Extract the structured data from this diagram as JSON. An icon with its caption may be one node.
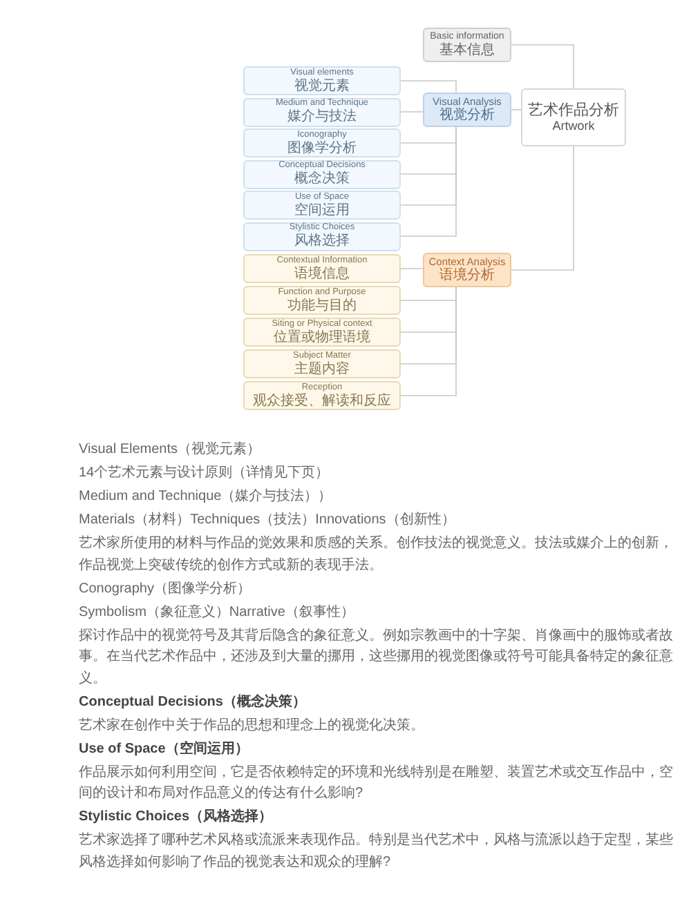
{
  "diagram": {
    "nodes": [
      {
        "text": [
          "艺术作品分析",
          "Artwork"
        ]
      },
      {
        "text": [
          "Basic information",
          "基本信息"
        ]
      },
      {
        "text": [
          "Visual Analysis",
          "视觉分析"
        ]
      },
      {
        "text": [
          "Visual elements",
          "视觉元素"
        ]
      },
      {
        "text": [
          "Medium and Technique",
          "媒介与技法"
        ]
      },
      {
        "text": [
          "Iconography",
          "图像学分析"
        ]
      },
      {
        "text": [
          "Conceptual Decisions",
          "概念决策"
        ]
      },
      {
        "text": [
          "Use of Space",
          "空间运用"
        ]
      },
      {
        "text": [
          "Stylistic Choices",
          "风格选择"
        ]
      },
      {
        "text": [
          "Context Analysis",
          "语境分析"
        ]
      },
      {
        "text": [
          "Contextual Information",
          "语境信息"
        ]
      },
      {
        "text": [
          "Function and Purpose",
          "功能与目的"
        ]
      },
      {
        "text": [
          "Siting or Physical context",
          "位置或物理语境"
        ]
      },
      {
        "text": [
          "Subject Matter",
          "主题内容"
        ]
      },
      {
        "text": [
          "Reception",
          "观众接受、解读和反应"
        ]
      }
    ],
    "edges": [
      {
        "from": 0,
        "to": 1,
        "arrow": "none"
      },
      {
        "from": 0,
        "to": 2,
        "arrow": "none"
      },
      {
        "from": 0,
        "to": 9,
        "arrow": "none"
      },
      {
        "from": 2,
        "to": 3,
        "arrow": "none"
      },
      {
        "from": 2,
        "to": 4,
        "arrow": "none"
      },
      {
        "from": 2,
        "to": 5,
        "arrow": "none"
      },
      {
        "from": 2,
        "to": 6,
        "arrow": "none"
      },
      {
        "from": 2,
        "to": 7,
        "arrow": "none"
      },
      {
        "from": 2,
        "to": 8,
        "arrow": "none"
      },
      {
        "from": 9,
        "to": 10,
        "arrow": "none"
      },
      {
        "from": 9,
        "to": 11,
        "arrow": "none"
      },
      {
        "from": 9,
        "to": 12,
        "arrow": "none"
      },
      {
        "from": 9,
        "to": 13,
        "arrow": "none"
      },
      {
        "from": 9,
        "to": 14,
        "arrow": "none"
      }
    ],
    "labels": [
      "Visual Elements（视觉元素）",
      "14个艺术元素与设计原则（详情见下页）",
      "Medium and Technique（媒介与技法））",
      "Materials（材料）Techniques（技法）Innovations（创新性）",
      "艺术家所使用的材料与作品的觉效果和质感的关系。创作技法的视觉意义。技法或媒介上的创新，作品视觉上突破传统的创作方式或新的表现手法。",
      "Conography（图像学分析）",
      "Symbolism（象征意义）Narrative（叙事性）",
      "探讨作品中的视觉符号及其背后隐含的象征意义。例如宗教画中的十字架、肖像画中的服饰或者故事。在当代艺术作品中，还涉及到大量的挪用，这些挪用的视觉图像或符号可能具备特定的象征意义。",
      "Conceptual Decisions（概念决策）",
      "艺术家在创作中关于作品的思想和理念上的视觉化决策。",
      "Use of Space（空间运用）",
      "作品展示如何利用空间，它是否依赖特定的环境和光线特别是在雕塑、装置艺术或交互作品中，空间的设计和布局对作品意义的传达有什么影响?",
      "Stylistic Choices（风格选择）",
      "艺术家选择了哪种艺术风格或流派来表现作品。特别是当代艺术中，风格与流派以趋于定型，某些风格选择如何影响了作品的视觉表达和观众的理解?"
    ]
  }
}
